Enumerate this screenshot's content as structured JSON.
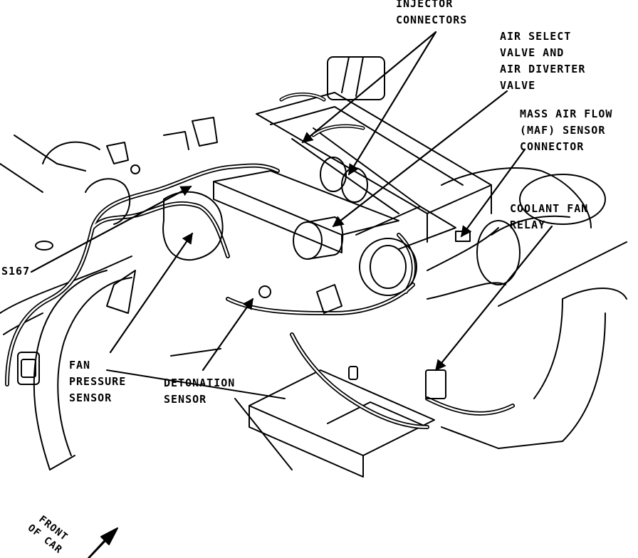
{
  "labels": {
    "injector_connectors": [
      "INJECTOR",
      "CONNECTORS"
    ],
    "air_select_valve": [
      "AIR SELECT",
      "VALVE AND",
      "AIR DIVERTER",
      "VALVE"
    ],
    "maf_sensor_connector": [
      "MASS AIR FLOW",
      "(MAF) SENSOR",
      "CONNECTOR"
    ],
    "coolant_fan_relay": [
      "COOLANT FAN",
      "RELAY"
    ],
    "s167": "S167",
    "fan_pressure_sensor": [
      "FAN",
      "PRESSURE",
      "SENSOR"
    ],
    "detonation_sensor": [
      "DETONATION",
      "SENSOR"
    ],
    "front_of_car": [
      "FRONT",
      "OF CAR"
    ]
  },
  "colors": {
    "ink": "#000000",
    "paper": "#ffffff"
  }
}
